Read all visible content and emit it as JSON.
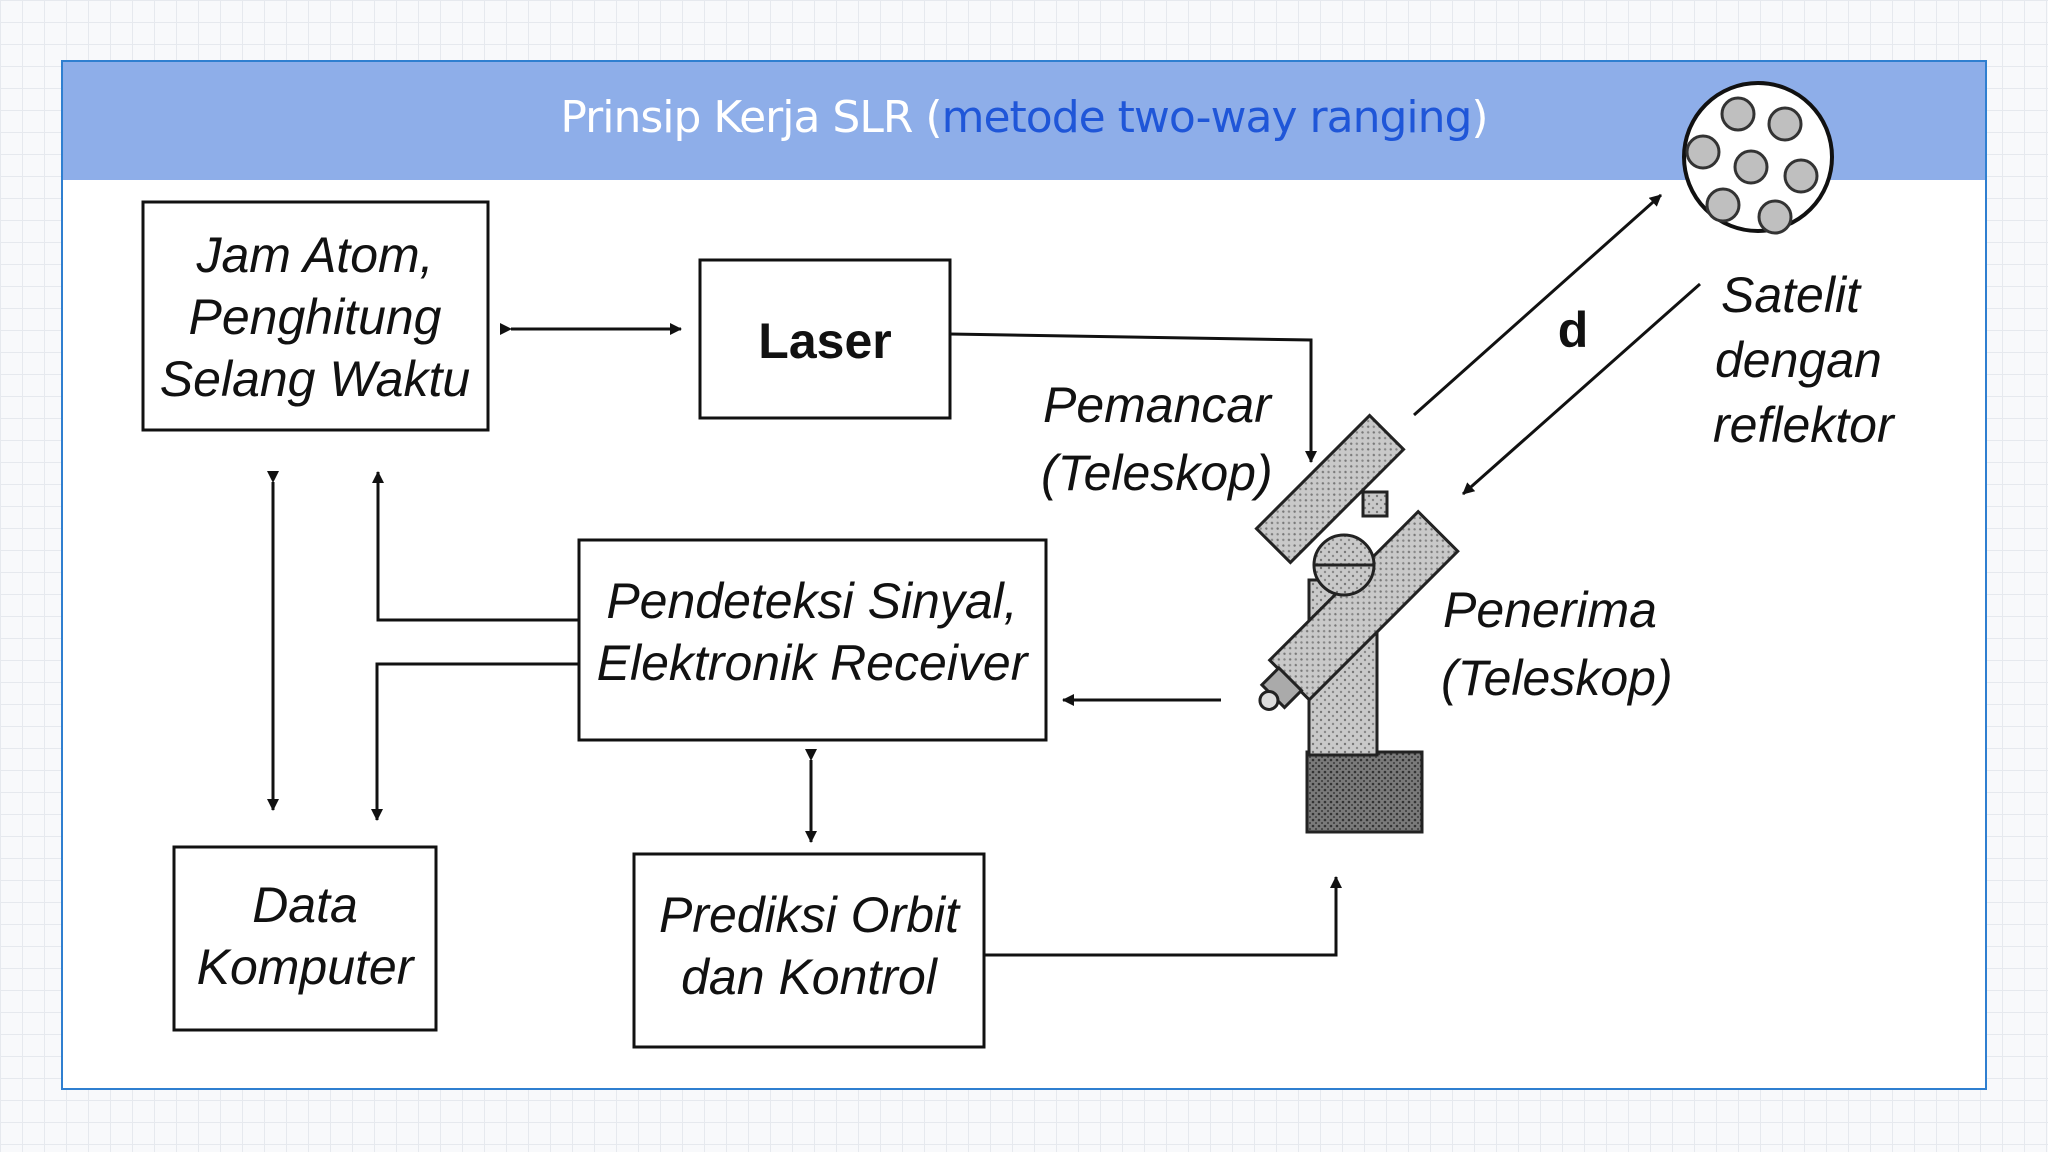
{
  "title": {
    "prefix": "Prinsip Kerja SLR (",
    "highlight": "metode  two-way ranging",
    "suffix": ")"
  },
  "boxes": {
    "jam_atom": [
      "Jam Atom,",
      "Penghitung",
      "Selang Waktu"
    ],
    "laser": "Laser",
    "pendeteksi": [
      "Pendeteksi Sinyal,",
      "Elektronik Receiver"
    ],
    "data_komputer": [
      "Data",
      "Komputer"
    ],
    "prediksi": [
      "Prediksi Orbit",
      "dan Kontrol"
    ]
  },
  "labels": {
    "pemancar": [
      "Pemancar",
      "(Teleskop)"
    ],
    "penerima": [
      "Penerima",
      "(Teleskop)"
    ],
    "satelit": [
      "Satelit",
      "dengan",
      "reflektor"
    ],
    "distance": "d"
  },
  "colors": {
    "header": "#8eaee9",
    "highlight": "#1f56d8",
    "border": "#2f7fd0"
  }
}
